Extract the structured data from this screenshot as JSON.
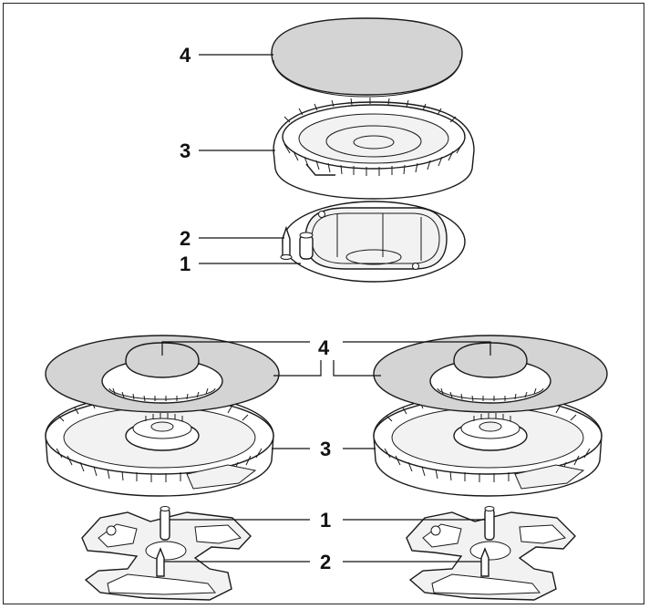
{
  "diagram": {
    "callouts": {
      "top_cap": "4",
      "top_ring": "3",
      "top_probe": "2",
      "top_igniter": "1",
      "bottom_cap": "4",
      "bottom_ring": "3",
      "bottom_igniter": "1",
      "bottom_probe": "2"
    },
    "colors": {
      "cap_fill": "#d4d4d4",
      "line": "#1a1a1a",
      "frame": "#222222"
    }
  }
}
